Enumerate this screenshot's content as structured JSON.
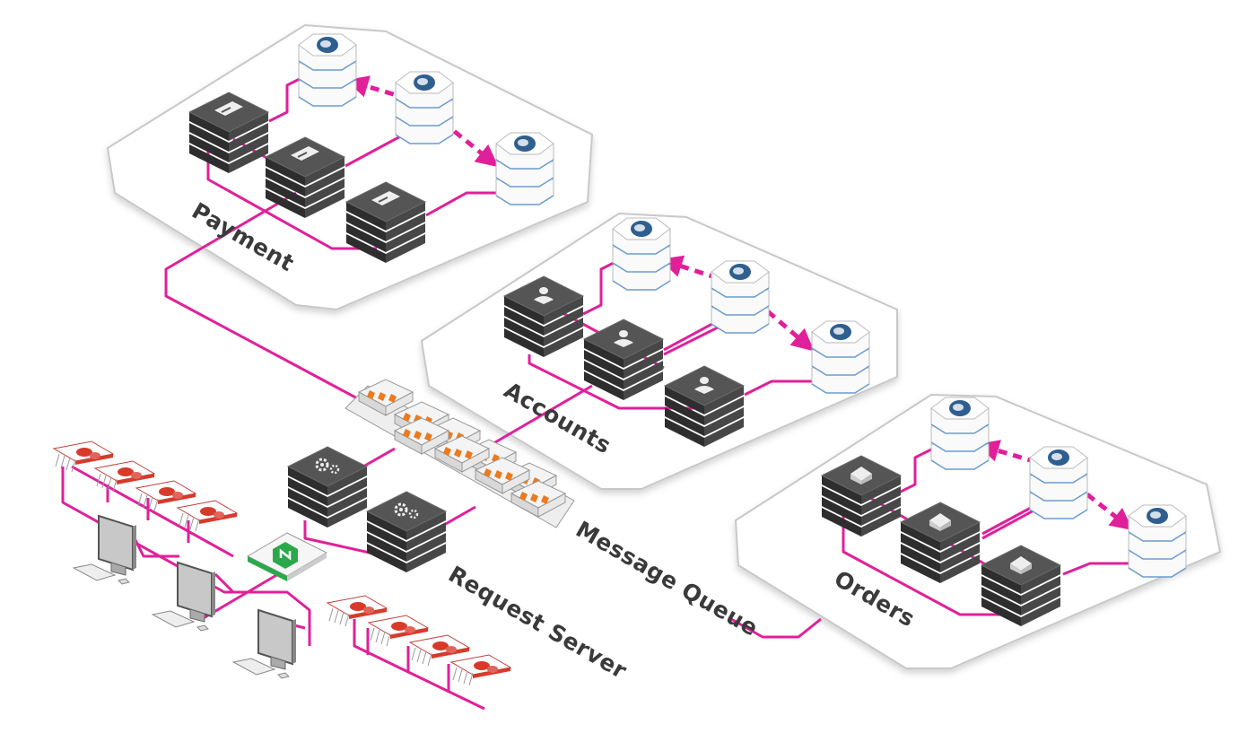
{
  "diagram": {
    "zones": [
      {
        "id": "payment",
        "label": "Payment"
      },
      {
        "id": "accounts",
        "label": "Accounts"
      },
      {
        "id": "orders",
        "label": "Orders"
      }
    ],
    "labels": {
      "message_queue": "Message Queue",
      "request_server": "Request Server"
    },
    "colors": {
      "connector": "#e0209a",
      "server_dark": "#3c3c3c",
      "server_mid": "#555555",
      "db_body": "#f2f2f2",
      "db_logo": "#2f5f8f",
      "queue_arrow": "#ec7a1e",
      "client_red": "#d83a2a",
      "gateway_green": "#2aa84a",
      "zone_border": "#c8c8c8"
    },
    "icons": {
      "payment_server": "card-icon",
      "accounts_server": "user-icon",
      "orders_server": "package-icon",
      "request_server": "gears-icon",
      "database": "postgres-elephant-icon",
      "gateway": "nginx-icon"
    }
  }
}
